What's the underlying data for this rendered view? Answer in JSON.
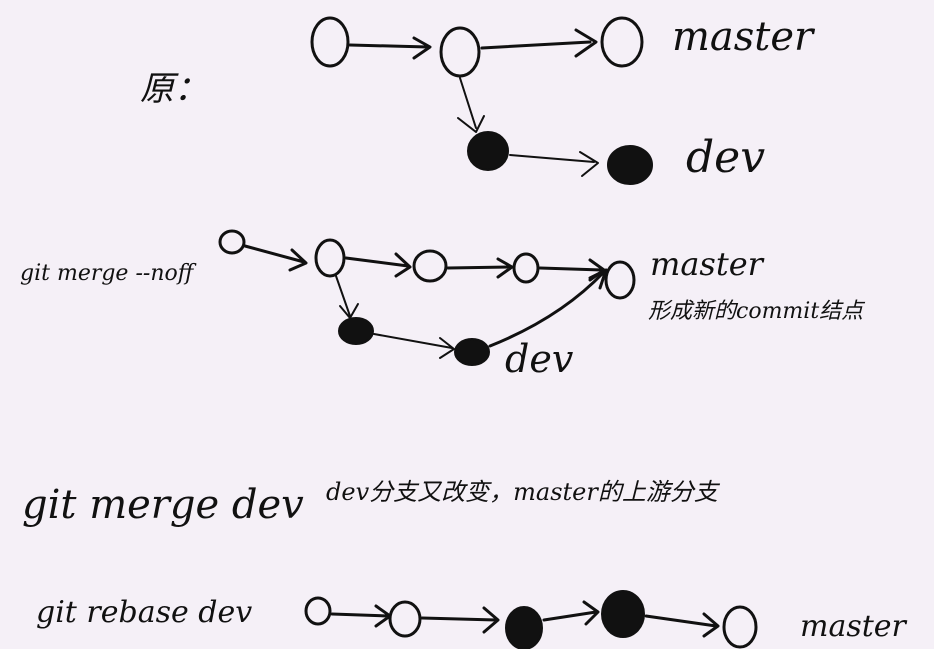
{
  "section1": {
    "prefix": "原：",
    "master_label": "master",
    "dev_label": "dev"
  },
  "section2": {
    "command": "git merge --noff",
    "master_label": "master",
    "dev_label": "dev",
    "note": "形成新的commit结点"
  },
  "section3": {
    "command": "git merge dev",
    "note": "dev分支又改变，master的上游分支"
  },
  "section4": {
    "command": "git rebase dev",
    "master_label": "master"
  }
}
